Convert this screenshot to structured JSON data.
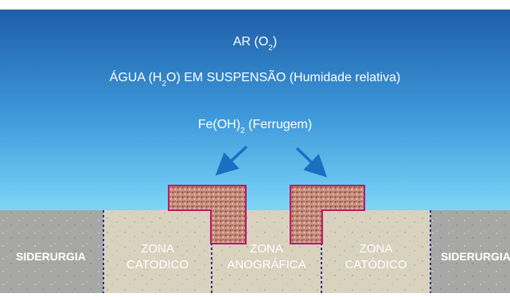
{
  "atmosphere": {
    "air_prefix": "AR (O",
    "air_sub": "2",
    "air_suffix": ")",
    "water_prefix": "ÁGUA (H",
    "water_sub": "2",
    "water_suffix": "O)  EM SUSPENSÃO (Humidade relativa)"
  },
  "rust": {
    "prefix": "Fe(OH)",
    "sub": "2",
    "suffix": " (Ferrugem)"
  },
  "ground": {
    "left_label": "SIDERURGIA",
    "right_label": "SIDERURGIA",
    "zone_left": {
      "line1": "ZONA",
      "line2": "CATÓDICO"
    },
    "zone_center": {
      "line1": "ZONA",
      "line2": "ANOGRÁFICA"
    },
    "zone_right": {
      "line1": "ZONA",
      "line2": "CATÓDICO"
    }
  },
  "colors": {
    "sky_top": "#1e5ea8",
    "sky_bottom": "#7dd6f7",
    "soil": "#d9d2bf",
    "steel": "#a7a8a6",
    "rust_fill": "#c08a7a",
    "rust_outline": "#c0186a",
    "divider": "#2c2f8f",
    "arrow": "#1a6fc0"
  }
}
